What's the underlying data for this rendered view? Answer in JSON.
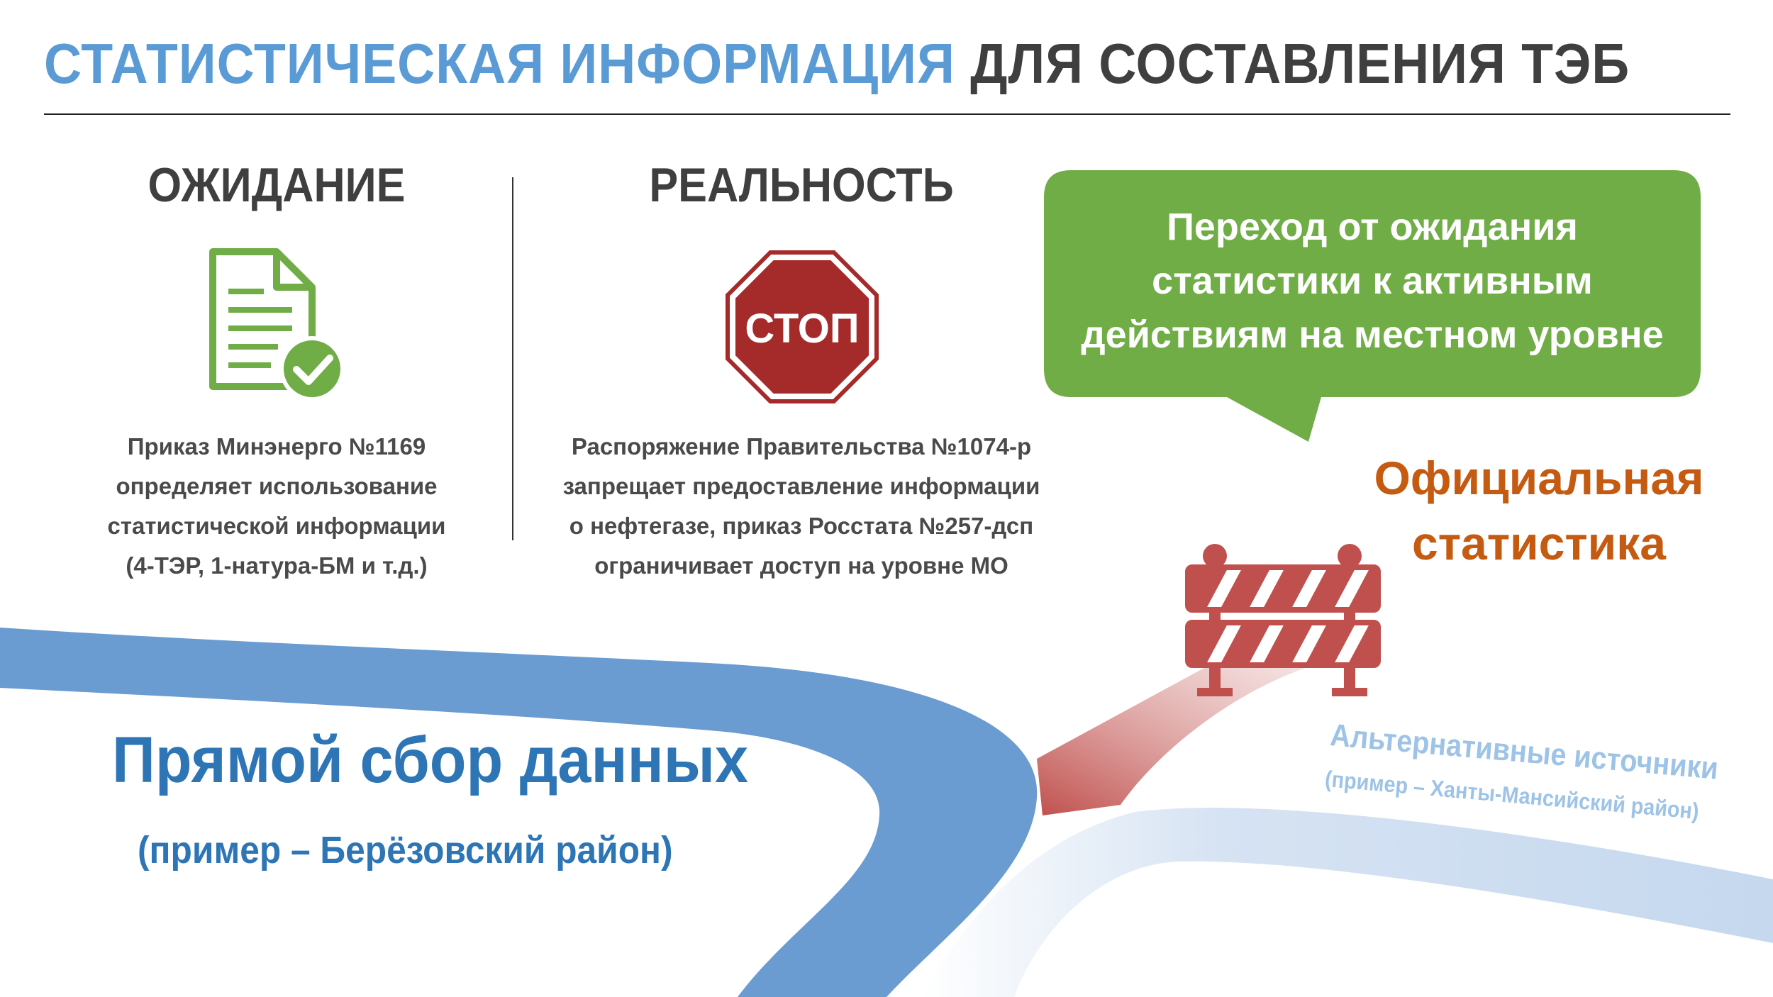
{
  "header": {
    "title_highlight": "СТАТИСТИЧЕСКАЯ ИНФОРМАЦИЯ",
    "title_rest": "ДЛЯ СОСТАВЛЕНИЯ ТЭБ"
  },
  "expectation": {
    "heading": "ОЖИДАНИЕ",
    "icon": "document-check-icon",
    "lines": [
      "Приказ Минэнерго №1169",
      "определяет использование",
      "статистической информации",
      "(4-ТЭР, 1-натура-БМ и т.д.)"
    ]
  },
  "reality": {
    "heading": "РЕАЛЬНОСТЬ",
    "icon": "stop-sign-icon",
    "sign_text": "СТОП",
    "lines": [
      "Распоряжение Правительства №1074-р",
      "запрещает предоставление информации",
      "о нефтегазе, приказ Росстата №257-дсп",
      "ограничивает доступ на уровне МО"
    ]
  },
  "callout": {
    "lines": [
      "Переход от ожидания",
      "статистики к активным",
      "действиям на местном уровне"
    ]
  },
  "official": {
    "icon": "road-barrier-icon",
    "lines": [
      "Официальная",
      "статистика"
    ]
  },
  "direct": {
    "label": "Прямой сбор данных",
    "example": "(пример – Берёзовский район)"
  },
  "alternative": {
    "label": "Альтернативные источники",
    "example": "(пример – Ханты-Мансийский район)"
  },
  "colors": {
    "accent_blue": "#5b9bd5",
    "dark_text": "#3f3f3f",
    "green": "#70ad47",
    "stop_red": "#a52a2a",
    "orange": "#c55a11",
    "road_blue": "#6a9bd1",
    "road_light": "#c9daef"
  }
}
